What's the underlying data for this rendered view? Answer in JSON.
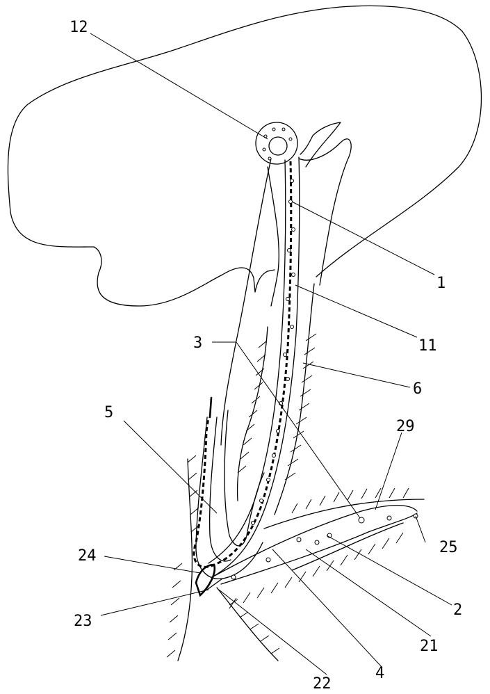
{
  "labels": {
    "l12": "12",
    "l1": "1",
    "l11": "11",
    "l3": "3",
    "l6": "6",
    "l5": "5",
    "l29": "29",
    "l25": "25",
    "l24": "24",
    "l2": "2",
    "l23": "23",
    "l21": "21",
    "l22": "22",
    "l4": "4"
  }
}
